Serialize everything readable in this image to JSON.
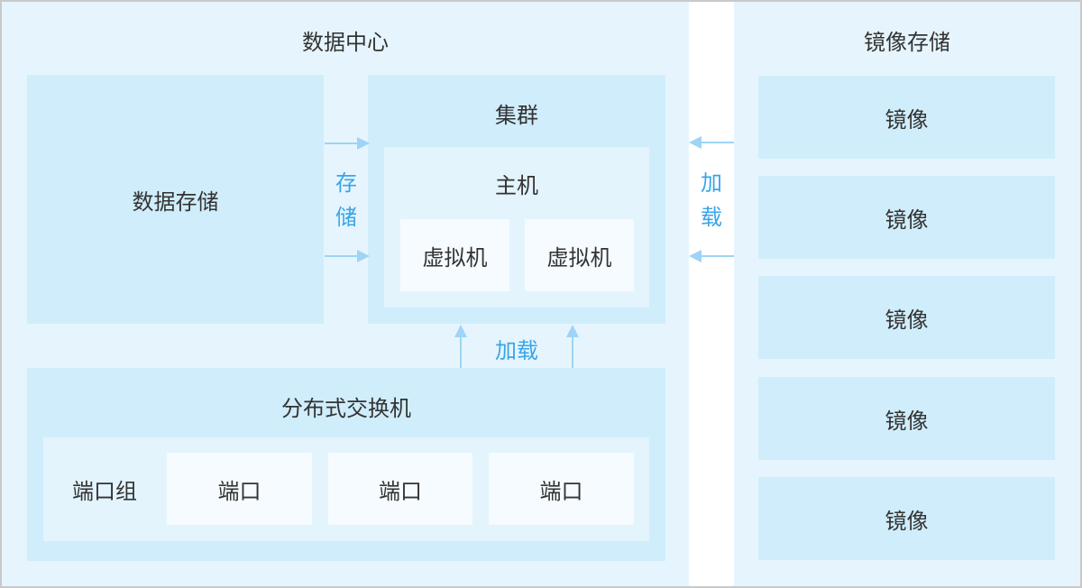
{
  "datacenter": {
    "title": "数据中心",
    "data_storage": "数据存储",
    "store_label": [
      "存",
      "储"
    ],
    "cluster": {
      "title": "集群",
      "host": {
        "title": "主机",
        "vms": [
          "虚拟机",
          "虚拟机"
        ]
      }
    },
    "load_label_bottom": "加载",
    "switch": {
      "title": "分布式交换机",
      "port_group": "端口组",
      "ports": [
        "端口",
        "端口",
        "端口"
      ]
    }
  },
  "load_label_right": [
    "加",
    "载"
  ],
  "image_storage": {
    "title": "镜像存储",
    "images": [
      "镜像",
      "镜像",
      "镜像",
      "镜像",
      "镜像"
    ]
  },
  "colors": {
    "panel": "#e6f5fd",
    "box": "#d0edfb",
    "leaf": "#f5fbfe",
    "accent": "#3aa5e8",
    "arrow": "#9ed4f5"
  }
}
